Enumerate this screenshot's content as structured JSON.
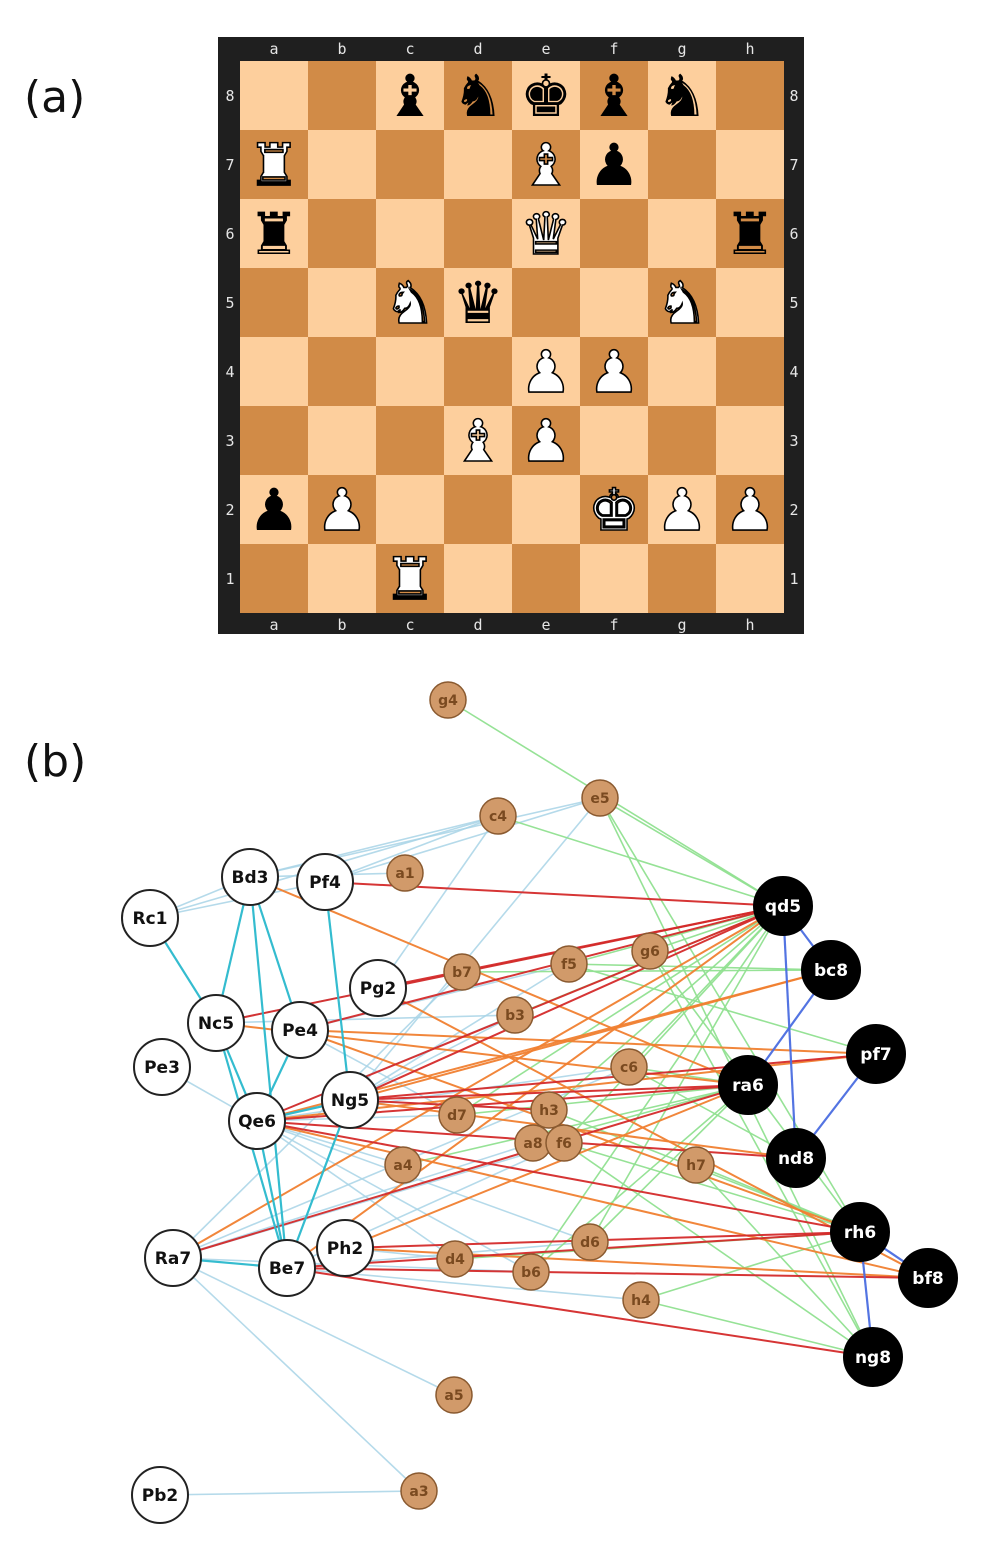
{
  "panels": {
    "a": "(a)",
    "b": "(b)"
  },
  "colors": {
    "light_square": "#fdcf9d",
    "dark_square": "#d18b47",
    "frame": "#1f1f1f",
    "white_node": "#ffffff",
    "black_node": "#000000",
    "square_node": "#d19a6a",
    "edge_white": "#a8d3e6",
    "edge_white_strong": "#29b8cc",
    "edge_black": "#4a6de0",
    "edge_black_attack": "#90e090",
    "edge_red": "#d42a2a",
    "edge_orange": "#f08030"
  },
  "board": {
    "files": [
      "a",
      "b",
      "c",
      "d",
      "e",
      "f",
      "g",
      "h"
    ],
    "ranks": [
      "8",
      "7",
      "6",
      "5",
      "4",
      "3",
      "2",
      "1"
    ],
    "pieces": [
      {
        "square": "c8",
        "piece": "bishop",
        "color": "black"
      },
      {
        "square": "d8",
        "piece": "knight",
        "color": "black"
      },
      {
        "square": "e8",
        "piece": "king",
        "color": "black"
      },
      {
        "square": "f8",
        "piece": "bishop",
        "color": "black"
      },
      {
        "square": "g8",
        "piece": "knight",
        "color": "black"
      },
      {
        "square": "a7",
        "piece": "rook",
        "color": "white"
      },
      {
        "square": "e7",
        "piece": "bishop",
        "color": "white"
      },
      {
        "square": "f7",
        "piece": "pawn",
        "color": "black"
      },
      {
        "square": "a6",
        "piece": "rook",
        "color": "black"
      },
      {
        "square": "e6",
        "piece": "queen",
        "color": "white"
      },
      {
        "square": "h6",
        "piece": "rook",
        "color": "black"
      },
      {
        "square": "c5",
        "piece": "knight",
        "color": "white"
      },
      {
        "square": "d5",
        "piece": "queen",
        "color": "black"
      },
      {
        "square": "g5",
        "piece": "knight",
        "color": "white"
      },
      {
        "square": "e4",
        "piece": "pawn",
        "color": "white"
      },
      {
        "square": "f4",
        "piece": "pawn",
        "color": "white"
      },
      {
        "square": "d3",
        "piece": "bishop",
        "color": "white"
      },
      {
        "square": "e3",
        "piece": "pawn",
        "color": "white"
      },
      {
        "square": "a2",
        "piece": "pawn",
        "color": "black"
      },
      {
        "square": "b2",
        "piece": "pawn",
        "color": "white"
      },
      {
        "square": "f2",
        "piece": "king",
        "color": "white"
      },
      {
        "square": "g2",
        "piece": "pawn",
        "color": "white"
      },
      {
        "square": "h2",
        "piece": "pawn",
        "color": "white"
      },
      {
        "square": "c1",
        "piece": "rook",
        "color": "white"
      }
    ]
  },
  "graph": {
    "nodes": [
      {
        "id": "Rc1",
        "kind": "white"
      },
      {
        "id": "Bd3",
        "kind": "white"
      },
      {
        "id": "Pf4",
        "kind": "white"
      },
      {
        "id": "Pg2",
        "kind": "white"
      },
      {
        "id": "Nc5",
        "kind": "white"
      },
      {
        "id": "Pe4",
        "kind": "white"
      },
      {
        "id": "Pe3",
        "kind": "white"
      },
      {
        "id": "Ng5",
        "kind": "white"
      },
      {
        "id": "Qe6",
        "kind": "white"
      },
      {
        "id": "Ra7",
        "kind": "white"
      },
      {
        "id": "Be7",
        "kind": "white"
      },
      {
        "id": "Ph2",
        "kind": "white"
      },
      {
        "id": "Pb2",
        "kind": "white"
      },
      {
        "id": "qd5",
        "kind": "black"
      },
      {
        "id": "bc8",
        "kind": "black"
      },
      {
        "id": "pf7",
        "kind": "black"
      },
      {
        "id": "ra6",
        "kind": "black"
      },
      {
        "id": "nd8",
        "kind": "black"
      },
      {
        "id": "rh6",
        "kind": "black"
      },
      {
        "id": "bf8",
        "kind": "black"
      },
      {
        "id": "ng8",
        "kind": "black"
      },
      {
        "id": "g4",
        "kind": "square"
      },
      {
        "id": "e5",
        "kind": "square"
      },
      {
        "id": "c4",
        "kind": "square"
      },
      {
        "id": "a1",
        "kind": "square"
      },
      {
        "id": "g6",
        "kind": "square"
      },
      {
        "id": "f5",
        "kind": "square"
      },
      {
        "id": "b7",
        "kind": "square"
      },
      {
        "id": "b3",
        "kind": "square"
      },
      {
        "id": "c6",
        "kind": "square"
      },
      {
        "id": "d7",
        "kind": "square"
      },
      {
        "id": "h3",
        "kind": "square"
      },
      {
        "id": "a8",
        "kind": "square"
      },
      {
        "id": "f6",
        "kind": "square"
      },
      {
        "id": "a4",
        "kind": "square"
      },
      {
        "id": "h7",
        "kind": "square"
      },
      {
        "id": "d6",
        "kind": "square"
      },
      {
        "id": "d4",
        "kind": "square"
      },
      {
        "id": "b6",
        "kind": "square"
      },
      {
        "id": "h4",
        "kind": "square"
      },
      {
        "id": "a5",
        "kind": "square"
      },
      {
        "id": "a3",
        "kind": "square"
      }
    ],
    "edges": [
      [
        "Rc1",
        "Bd3",
        "w"
      ],
      [
        "Rc1",
        "Pf4",
        "w"
      ],
      [
        "Rc1",
        "c4",
        "w"
      ],
      [
        "Bd3",
        "c4",
        "w"
      ],
      [
        "Bd3",
        "e5",
        "w"
      ],
      [
        "Pf4",
        "c4",
        "w"
      ],
      [
        "Pf4",
        "e5",
        "w"
      ],
      [
        "Bd3",
        "a1",
        "w"
      ],
      [
        "Pg2",
        "c4",
        "w"
      ],
      [
        "Nc5",
        "b3",
        "w"
      ],
      [
        "Nc5",
        "b7",
        "w"
      ],
      [
        "Pe4",
        "f5",
        "w"
      ],
      [
        "Pe4",
        "d7",
        "w"
      ],
      [
        "Pe3",
        "Qe6",
        "w"
      ],
      [
        "Qe6",
        "b3",
        "w"
      ],
      [
        "Qe6",
        "d7",
        "w"
      ],
      [
        "Qe6",
        "c6",
        "w"
      ],
      [
        "Qe6",
        "a4",
        "w"
      ],
      [
        "Qe6",
        "d6",
        "w"
      ],
      [
        "Qe6",
        "b6",
        "w"
      ],
      [
        "Qe6",
        "d4",
        "w"
      ],
      [
        "Ng5",
        "h3",
        "w"
      ],
      [
        "Ng5",
        "f5",
        "w"
      ],
      [
        "Ng5",
        "b3",
        "w"
      ],
      [
        "Ra7",
        "a5",
        "w"
      ],
      [
        "Ra7",
        "a3",
        "w"
      ],
      [
        "Ra7",
        "b7",
        "w"
      ],
      [
        "Ra7",
        "b6",
        "w"
      ],
      [
        "Ra7",
        "a8",
        "w"
      ],
      [
        "Ra7",
        "c6",
        "w"
      ],
      [
        "Pb2",
        "a3",
        "w"
      ],
      [
        "Ph2",
        "d4",
        "w"
      ],
      [
        "Be7",
        "d6",
        "w"
      ],
      [
        "Be7",
        "f6",
        "w"
      ],
      [
        "Be7",
        "h4",
        "w"
      ],
      [
        "Ra7",
        "f6",
        "w"
      ],
      [
        "Ng5",
        "e5",
        "w"
      ],
      [
        "Rc1",
        "Nc5",
        "ws"
      ],
      [
        "Bd3",
        "Nc5",
        "ws"
      ],
      [
        "Bd3",
        "Pe4",
        "ws"
      ],
      [
        "Bd3",
        "Be7",
        "ws"
      ],
      [
        "Pf4",
        "Ng5",
        "ws"
      ],
      [
        "Nc5",
        "Qe6",
        "ws"
      ],
      [
        "Nc5",
        "Be7",
        "ws"
      ],
      [
        "Pe4",
        "Qe6",
        "ws"
      ],
      [
        "Qe6",
        "Ng5",
        "ws"
      ],
      [
        "Ng5",
        "Be7",
        "ws"
      ],
      [
        "Ra7",
        "Be7",
        "ws"
      ],
      [
        "Qe6",
        "Be7",
        "ws"
      ],
      [
        "qd5",
        "bc8",
        "b"
      ],
      [
        "qd5",
        "nd8",
        "b"
      ],
      [
        "bc8",
        "ra6",
        "b"
      ],
      [
        "pf7",
        "nd8",
        "b"
      ],
      [
        "rh6",
        "bf8",
        "b"
      ],
      [
        "rh6",
        "ng8",
        "b"
      ],
      [
        "g4",
        "qd5",
        "g"
      ],
      [
        "e5",
        "qd5",
        "g"
      ],
      [
        "e5",
        "rh6",
        "g"
      ],
      [
        "g6",
        "qd5",
        "g"
      ],
      [
        "g6",
        "rh6",
        "g"
      ],
      [
        "f5",
        "qd5",
        "g"
      ],
      [
        "f5",
        "bc8",
        "g"
      ],
      [
        "b7",
        "qd5",
        "g"
      ],
      [
        "b7",
        "bc8",
        "g"
      ],
      [
        "c6",
        "qd5",
        "g"
      ],
      [
        "c6",
        "ra6",
        "g"
      ],
      [
        "c6",
        "nd8",
        "g"
      ],
      [
        "d7",
        "qd5",
        "g"
      ],
      [
        "d7",
        "ra6",
        "g"
      ],
      [
        "h3",
        "qd5",
        "g"
      ],
      [
        "h3",
        "rh6",
        "g"
      ],
      [
        "f6",
        "qd5",
        "g"
      ],
      [
        "f6",
        "rh6",
        "g"
      ],
      [
        "f6",
        "ng8",
        "g"
      ],
      [
        "a8",
        "ra6",
        "g"
      ],
      [
        "h7",
        "rh6",
        "g"
      ],
      [
        "h7",
        "ng8",
        "g"
      ],
      [
        "d6",
        "qd5",
        "g"
      ],
      [
        "d6",
        "ra6",
        "g"
      ],
      [
        "b6",
        "qd5",
        "g"
      ],
      [
        "b6",
        "ra6",
        "g"
      ],
      [
        "a4",
        "ra6",
        "g"
      ],
      [
        "d4",
        "rh6",
        "g"
      ],
      [
        "h4",
        "rh6",
        "g"
      ],
      [
        "h4",
        "ng8",
        "g"
      ],
      [
        "c4",
        "qd5",
        "g"
      ],
      [
        "e5",
        "ng8",
        "g"
      ],
      [
        "b3",
        "qd5",
        "g"
      ],
      [
        "g6",
        "ng8",
        "g"
      ],
      [
        "f5",
        "pf7",
        "g"
      ],
      [
        "Pf4",
        "qd5",
        "r"
      ],
      [
        "Nc5",
        "qd5",
        "r"
      ],
      [
        "Pe4",
        "qd5",
        "r"
      ],
      [
        "Ng5",
        "qd5",
        "r"
      ],
      [
        "Qe6",
        "qd5",
        "r"
      ],
      [
        "Qe6",
        "ra6",
        "r"
      ],
      [
        "Qe6",
        "nd8",
        "r"
      ],
      [
        "Qe6",
        "rh6",
        "r"
      ],
      [
        "Ng5",
        "ra6",
        "r"
      ],
      [
        "Ng5",
        "pf7",
        "r"
      ],
      [
        "Ph2",
        "rh6",
        "r"
      ],
      [
        "Be7",
        "rh6",
        "r"
      ],
      [
        "Be7",
        "ng8",
        "r"
      ],
      [
        "Be7",
        "bf8",
        "r"
      ],
      [
        "Ra7",
        "ra6",
        "r"
      ],
      [
        "Ng5",
        "h3",
        "r"
      ],
      [
        "Pg2",
        "qd5",
        "r"
      ],
      [
        "Bd3",
        "ra6",
        "o"
      ],
      [
        "Pe4",
        "pf7",
        "o"
      ],
      [
        "Nc5",
        "ra6",
        "o"
      ],
      [
        "Qe6",
        "pf7",
        "o"
      ],
      [
        "Qe6",
        "bc8",
        "o"
      ],
      [
        "Ng5",
        "bc8",
        "o"
      ],
      [
        "Ng5",
        "nd8",
        "o"
      ],
      [
        "Ra7",
        "qd5",
        "o"
      ],
      [
        "Ph2",
        "bf8",
        "o"
      ],
      [
        "Ph2",
        "ra6",
        "o"
      ],
      [
        "Be7",
        "qd5",
        "o"
      ],
      [
        "Pe4",
        "rh6",
        "o"
      ],
      [
        "Pg2",
        "bf8",
        "o"
      ],
      [
        "Qe6",
        "bf8",
        "o"
      ]
    ]
  }
}
